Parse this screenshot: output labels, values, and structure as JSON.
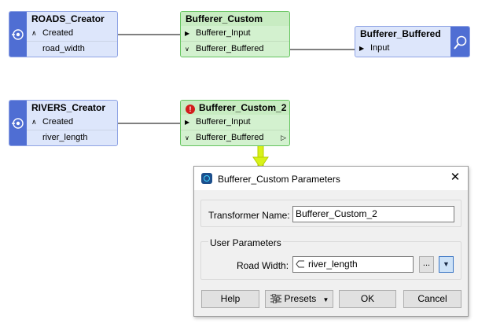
{
  "nodes": {
    "roads_creator": {
      "title": "ROADS_Creator",
      "output_port": "Created",
      "attribute": "road_width"
    },
    "bufferer_custom": {
      "title": "Bufferer_Custom",
      "input_port": "Bufferer_Input",
      "output_port": "Bufferer_Buffered"
    },
    "bufferer_buffered": {
      "title": "Bufferer_Buffered",
      "input_port": "Input"
    },
    "rivers_creator": {
      "title": "RIVERS_Creator",
      "output_port": "Created",
      "attribute": "river_length"
    },
    "bufferer_custom_2": {
      "title": "Bufferer_Custom_2",
      "input_port": "Bufferer_Input",
      "output_port": "Bufferer_Buffered"
    }
  },
  "icons": {
    "creator": "creator-icon",
    "inspector": "magnifier-icon",
    "warning": "warning-icon",
    "close": "close-icon",
    "presets": "sliders-icon",
    "attribute_value": "attribute-tag-icon",
    "dropdown": "triangle-down-icon"
  },
  "dialog": {
    "title": "Bufferer_Custom Parameters",
    "transformer_name_label": "Transformer Name:",
    "transformer_name_value": "Bufferer_Custom_2",
    "user_parameters_label": "User Parameters",
    "road_width_label": "Road Width:",
    "road_width_value": "river_length",
    "ellipsis_label": "...",
    "buttons": {
      "help": "Help",
      "presets": "Presets",
      "ok": "OK",
      "cancel": "Cancel"
    }
  },
  "colors": {
    "creator_band": "#4f6ed3",
    "custom_fill": "#d3f1cf",
    "custom_border": "#64c45e",
    "highlight_arrow": "#d8f21a",
    "warning": "#d21c1c"
  }
}
